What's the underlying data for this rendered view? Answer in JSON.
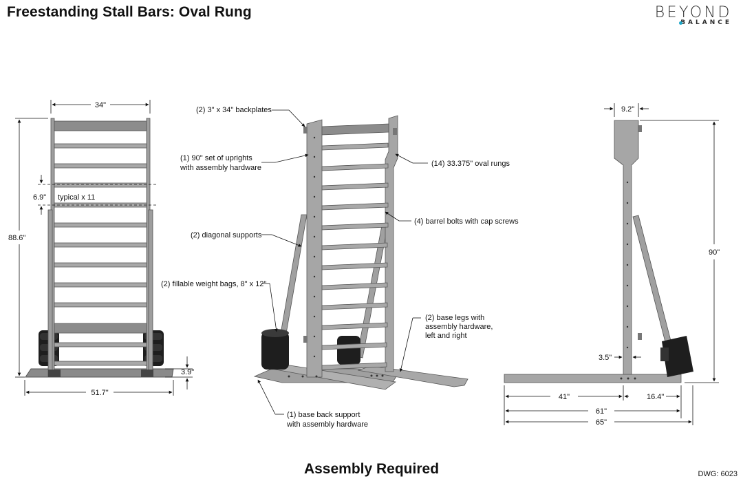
{
  "header": {
    "title": "Freestanding Stall Bars: Oval Rung",
    "brand_name": "BEYOND",
    "brand_sub": "BALANCE"
  },
  "front_view": {
    "width_label": "34\"",
    "height_label": "88.6\"",
    "spacing_label": "6.9\"",
    "spacing_note": "typical x 11",
    "base_width_label": "51.7\"",
    "base_height_label": "3.9\""
  },
  "iso_view": {
    "callouts": [
      "(2) 3\" x 34\" backplates",
      "(1) 90\" set of uprights",
      "with assembly hardware",
      "(14) 33.375\" oval rungs",
      "(4) barrel bolts with cap screws",
      "(2) diagonal supports",
      "(2) fillable weight bags, 8\" x 12\"",
      "(2) base legs with",
      "assembly hardware,",
      "left and right",
      "(1) base back support",
      "with assembly hardware"
    ]
  },
  "side_view": {
    "top_depth_label": "9.2\"",
    "height_label": "90\"",
    "upright_label": "3.5\"",
    "front_leg_label": "41\"",
    "rear_leg_label": "16.4\"",
    "base_depth_label": "61\"",
    "overall_depth_label": "65\""
  },
  "footer": {
    "assembly_note": "Assembly Required",
    "drawing_number": "DWG: 6023"
  },
  "colors": {
    "wood": "#9e9e9e",
    "wood_dark": "#7a7a7a",
    "bag": "#1e1e1e",
    "brand_accent": "#1aa7c9"
  }
}
